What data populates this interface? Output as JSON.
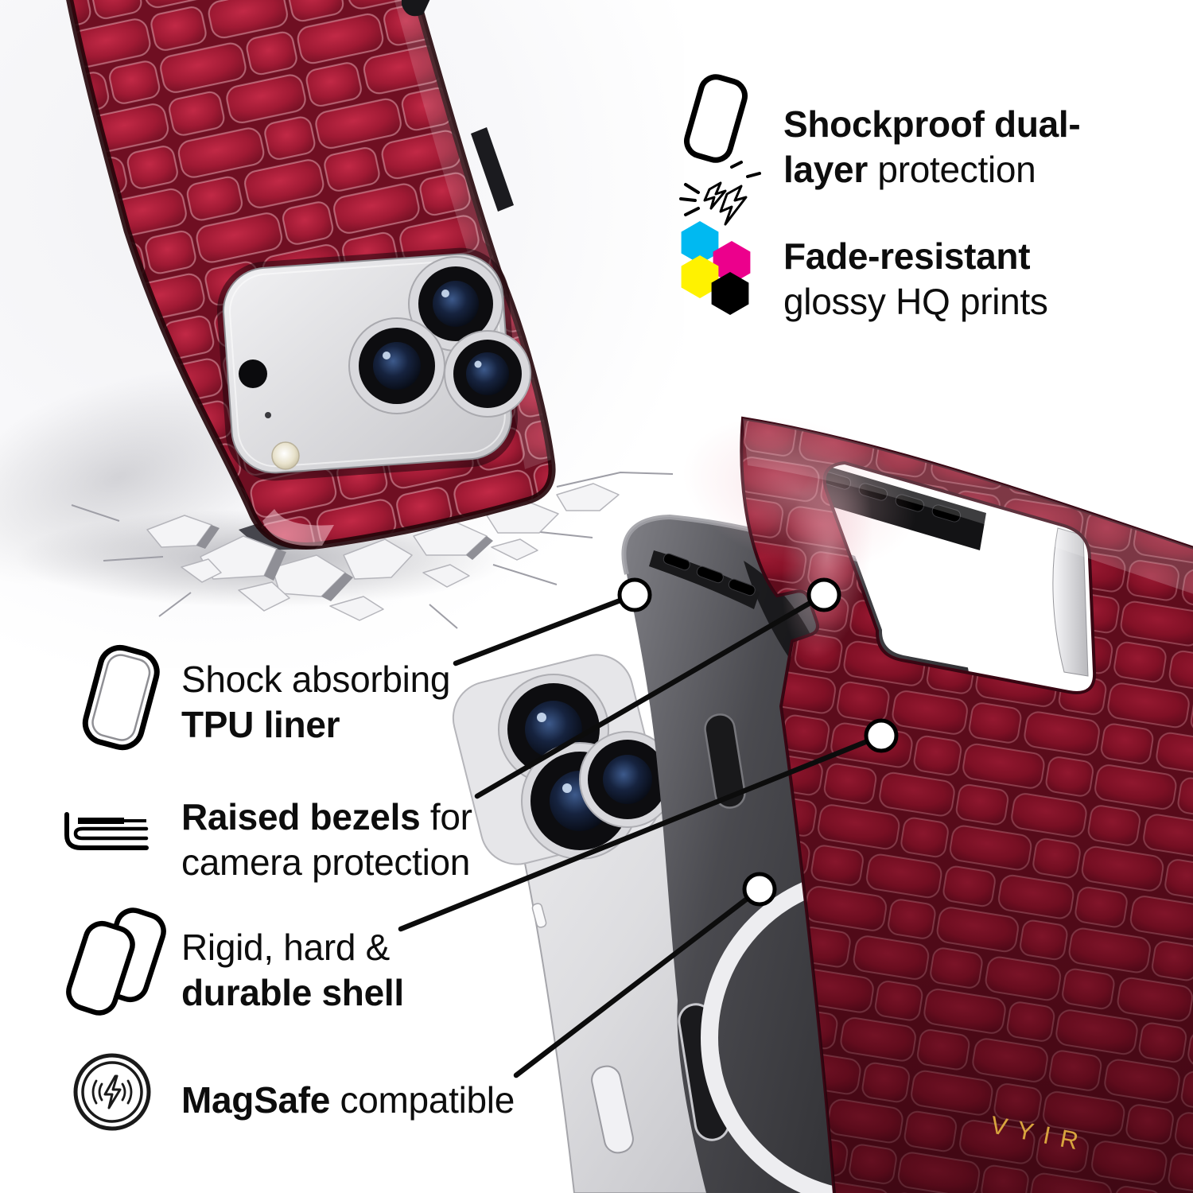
{
  "brand": {
    "logo_text": "VYIR",
    "logo_color": "#D8A43E"
  },
  "benefit_callouts": [
    {
      "icon": "shockproof-impact-icon",
      "line1_bold": "Shockproof dual-",
      "line2_bold": "layer",
      "line2_regular": " protection"
    },
    {
      "icon": "cmyk-print-icon",
      "line1_bold": "Fade-resistant",
      "line2_regular": "glossy HQ prints"
    }
  ],
  "feature_list": [
    {
      "icon": "tpu-liner-icon",
      "line1_regular": "Shock absorbing",
      "line2_bold": "TPU liner"
    },
    {
      "icon": "raised-bezel-icon",
      "line1_bold": "Raised bezels",
      "line1_regular": " for",
      "line2_regular": "camera protection"
    },
    {
      "icon": "durable-shell-icon",
      "line1_regular": "Rigid, hard &",
      "line2_bold": "durable shell"
    },
    {
      "icon": "magsafe-icon",
      "line1_bold": "MagSafe",
      "line1_regular": " compatible"
    }
  ],
  "colors": {
    "case_red": "#8F1428",
    "gold": "#D8A43E",
    "print_cyan": "#00B9F1",
    "print_magenta": "#EC008C",
    "print_yellow": "#FFF200",
    "print_black": "#000000",
    "line_black": "#0B0B0B"
  }
}
